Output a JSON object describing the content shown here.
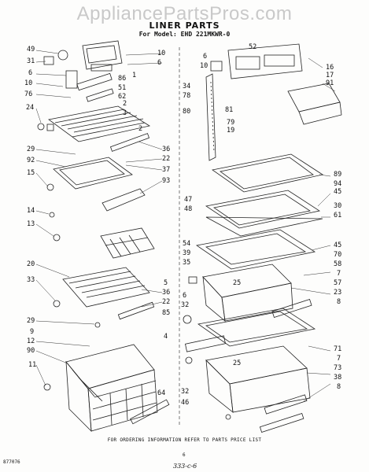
{
  "watermark": "AppliancePartsPros.com",
  "title": "LINER PARTS",
  "model_line": "For Model: EHD 221MKWR-0",
  "footer_note": "FOR ORDERING INFORMATION REFER TO PARTS PRICE LIST",
  "page_number": "6",
  "figure_code": "877076",
  "handwritten_note": "333-c-6",
  "callouts_left": [
    "49",
    "31",
    "6",
    "10",
    "76",
    "24",
    "86",
    "51",
    "62",
    "3",
    "10",
    "6",
    "1",
    "2",
    "2",
    "29",
    "92",
    "15",
    "36",
    "22",
    "37",
    "93",
    "14",
    "13",
    "20",
    "33",
    "5",
    "36",
    "22",
    "29",
    "9",
    "12",
    "85",
    "4",
    "90",
    "11",
    "64"
  ],
  "callouts_right": [
    "6",
    "10",
    "52",
    "16",
    "17",
    "91",
    "34",
    "78",
    "81",
    "80",
    "79",
    "19",
    "47",
    "48",
    "89",
    "94",
    "45",
    "30",
    "61",
    "54",
    "39",
    "35",
    "45",
    "70",
    "58",
    "7",
    "57",
    "25",
    "6",
    "32",
    "23",
    "8",
    "71",
    "7",
    "73",
    "25",
    "38",
    "8",
    "32",
    "46"
  ],
  "colors": {
    "ink": "#111111",
    "watermark": "#c9c9c9",
    "paper": "#fdfdfc"
  }
}
